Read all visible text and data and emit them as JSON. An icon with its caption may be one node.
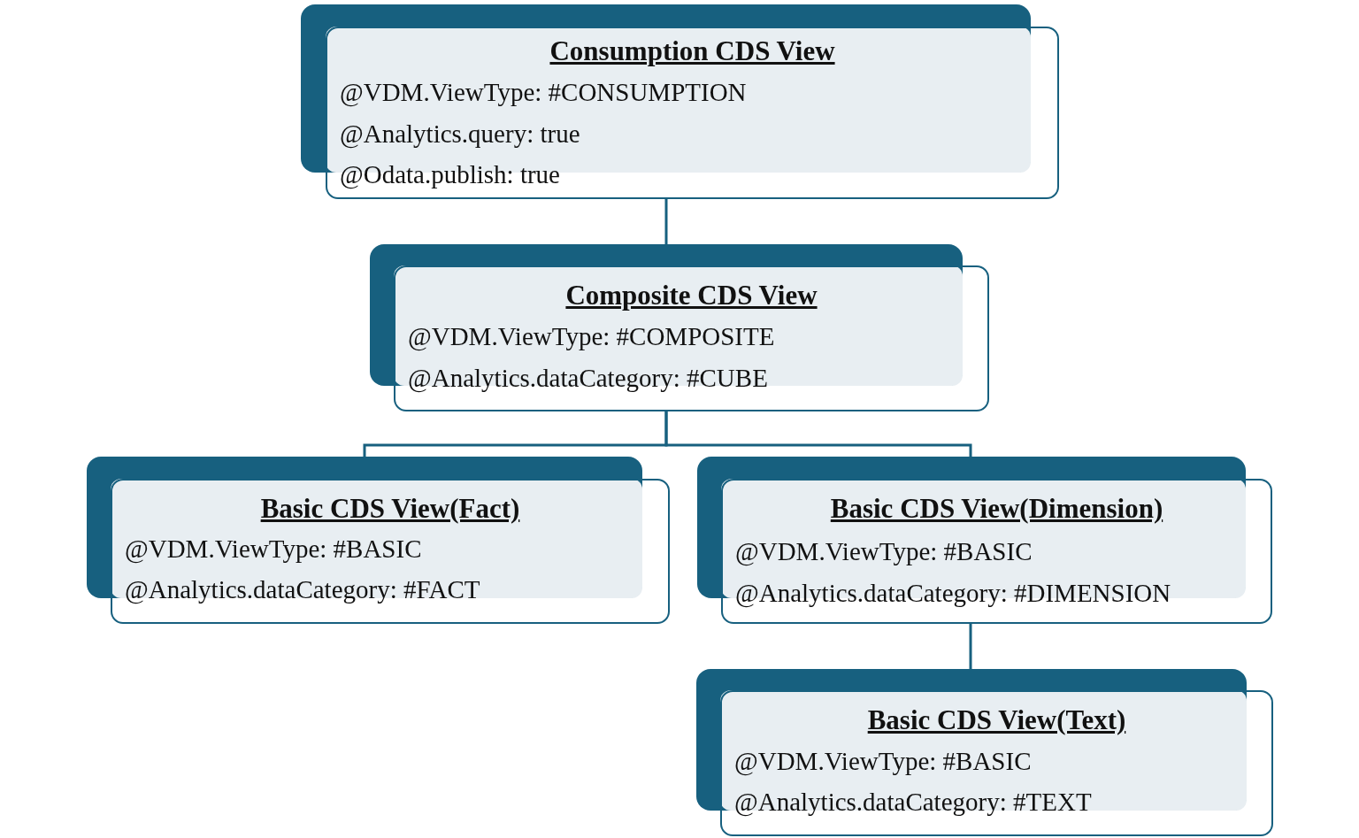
{
  "diagram": {
    "nodes": [
      {
        "text": [
          "Consumption CDS View",
          "@VDM.ViewType: #CONSUMPTION",
          "@Analytics.query: true",
          "@Odata.publish: true"
        ]
      },
      {
        "text": [
          "Composite CDS View",
          "@VDM.ViewType: #COMPOSITE",
          "@Analytics.dataCategory: #CUBE"
        ]
      },
      {
        "text": [
          "Basic CDS View(Fact)",
          "@VDM.ViewType: #BASIC",
          "@Analytics.dataCategory: #FACT"
        ]
      },
      {
        "text": [
          "Basic CDS View(Dimension)",
          "@VDM.ViewType: #BASIC",
          "@Analytics.dataCategory: #DIMENSION"
        ]
      },
      {
        "text": [
          "Basic CDS View(Text)",
          "@VDM.ViewType: #BASIC",
          "@Analytics.dataCategory: #TEXT"
        ]
      }
    ],
    "edges": [
      {
        "from": 0,
        "to": 1,
        "arrow": "none"
      },
      {
        "from": 1,
        "to": 2,
        "arrow": "none"
      },
      {
        "from": 1,
        "to": 3,
        "arrow": "none"
      },
      {
        "from": 3,
        "to": 4,
        "arrow": "none"
      }
    ]
  }
}
